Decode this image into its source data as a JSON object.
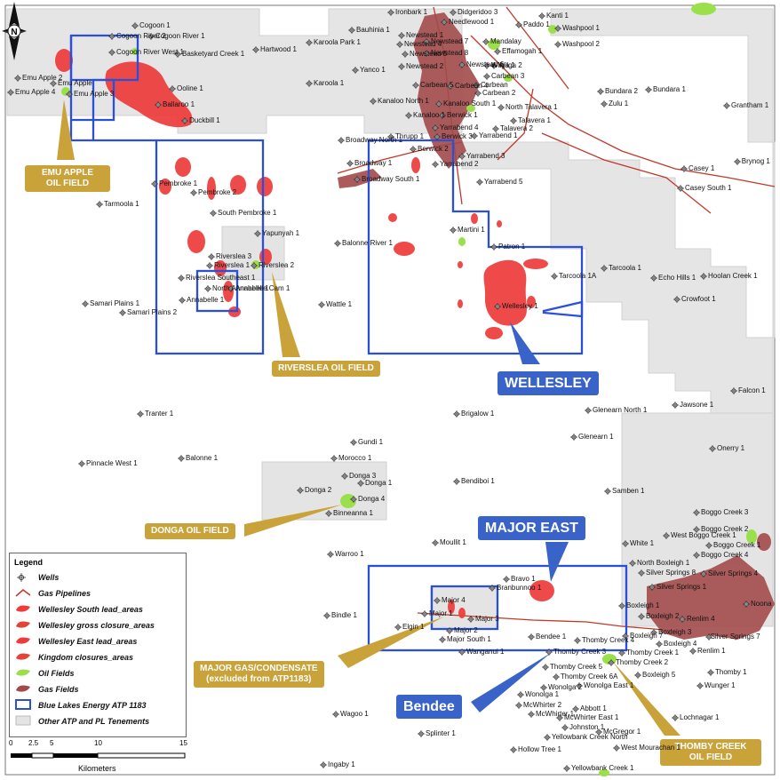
{
  "map": {
    "colors": {
      "tenement_fill": "#e4e4e4",
      "tenement_edge": "#c8c8c8",
      "lead_fill": "#ee3b3b",
      "oil_fill": "#9be04a",
      "gas_fill": "#a24a4a",
      "pipeline": "#c0392b",
      "atp_border": "#2b4fd8",
      "callout_gold": "#c9a23a",
      "callout_blue": "#3a63c9"
    },
    "well_labels": [
      "Cogoon 1",
      "Cogoon River 2",
      "Cogoon River 1",
      "Cogoon River West 1",
      "Basketyard Creek 1",
      "Hartwood 1",
      "Karoola Park 1",
      "Karoola 1",
      "Bauhinia 1",
      "Yanco 1",
      "Emu Apple 2",
      "Emu Apple",
      "Emu Apple 4",
      "Emu Apple 3",
      "Ooline 1",
      "Ballaroo 1",
      "Duckbill 1",
      "Ironbark 1",
      "Didgeridoo 3",
      "Needlewood 1",
      "Newstead 1",
      "Newstead 4",
      "Newstead 7",
      "Newstead 5",
      "Newstead 8",
      "Newstead 2",
      "Newstead 6",
      "Kanaloo North 1",
      "Kanaloo South 1",
      "Kanaloo 1",
      "Berwick 1",
      "Berwick 2",
      "Berwick 3",
      "Carbean 5",
      "Carbean 4",
      "Carbean 3",
      "Carbean 2",
      "Carbean",
      "Wilga 1",
      "Wilga 2",
      "Mandalay",
      "Effamogah 1",
      "North Talavera 1",
      "Talavera 2",
      "Talavera 1",
      "Yarrabend 1",
      "Yarrabend 2",
      "Yarrabend 3",
      "Yarrabend 4",
      "Yarrabend 5",
      "Thrupp 1",
      "Broadway North 1",
      "Broadway 1",
      "Broadway South 1",
      "Kanti 1",
      "Paddo 1",
      "Washpool 1",
      "Washpool 2",
      "Bundara 2",
      "Bundara 1",
      "Zulu 1",
      "Grantham 1",
      "Casey 1",
      "Casey South 1",
      "Brynog 1",
      "Pembroke 1",
      "Pembroke 2",
      "South Pembroke 1",
      "Tarmoola 1",
      "Yapunyah 1",
      "Riverslea 3",
      "Riverslea 1",
      "Riverslea 2",
      "Riverslea Southeast 1",
      "Annabelle 1",
      "North Annabelle 1",
      "Annabelle Cam 1",
      "Samari Plains 1",
      "Samari Plains 2",
      "Balonne River 1",
      "Wattle 1",
      "Martini 1",
      "Patron 1",
      "Wellesley 1",
      "Tarcoola 1A",
      "Tarcoola 1",
      "Echo Hills 1",
      "Hoolan Creek 1",
      "Crowfoot 1",
      "Falcon 1",
      "Jawsone 1",
      "Glenearn North 1",
      "Glenearn 1",
      "Brigalow 1",
      "Tranter 1",
      "Balonne 1",
      "Pinnacle West 1",
      "Gundi 1",
      "Morocco 1",
      "Donga 3",
      "Donga 2",
      "Donga 1",
      "Donga 4",
      "Binneanna 1",
      "Bendiboi 1",
      "Samben 1",
      "Onerry 1",
      "Moullit 1",
      "Warroo 1",
      "Bravo 1",
      "Branbunnoo 1",
      "Major 4",
      "Major 1",
      "Major 2",
      "Major 3",
      "Major South 1",
      "Elgin 1",
      "Wanganui 1",
      "Bindle 1",
      "Bendee 1",
      "Thomby Creek 4",
      "Thomby Creek 3",
      "Thomby Creek 2",
      "Thomby Creek 5",
      "Thomby Creek 6A",
      "Thomby Creek 1",
      "White 1",
      "North Boxleigh 1",
      "West Boggo Creek 1",
      "Boggo Creek 2",
      "Boggo Creek 3",
      "Boggo Creek 4",
      "Boggo Creek 1",
      "Silver Springs 8",
      "Silver Springs 1",
      "Silver Springs 4",
      "Silver Springs 7",
      "Boxleigh 1",
      "Boxleigh 2",
      "Boxleigh 3",
      "Boxleigh 4",
      "Boxleigh 5",
      "Boxleigh 7",
      "Renlim 1",
      "Renlim 4",
      "Noona",
      "Thomby 1",
      "Wunger 1",
      "Wonolga 1",
      "Wonolga 2",
      "Wonolga East 1",
      "McWhirter 1",
      "McWhirter 2",
      "McWhirter East 1",
      "Abbott 1",
      "Johnston 1",
      "McGregor 1",
      "Yellowbank Creek North",
      "Yellowbank Creek 1",
      "Hollow Tree 1",
      "Splinter 1",
      "Wagoo 1",
      "Lochnagar 1",
      "West Mourachan 1",
      "Ingaby 1"
    ]
  },
  "callouts": {
    "emu_apple": "EMU APPLE\nOIL FIELD",
    "riverslea": "RIVERSLEA OIL FIELD",
    "wellesley": "WELLESLEY",
    "donga": "DONGA OIL FIELD",
    "major_east": "MAJOR EAST",
    "major_gas": "MAJOR GAS/CONDENSATE\n(excluded from ATP1183)",
    "bendee": "Bendee",
    "thomby": "THOMBY CREEK\nOIL FIELD"
  },
  "legend": {
    "title": "Legend",
    "items": [
      {
        "label": "Wells",
        "icon": "well-icon"
      },
      {
        "label": "Gas Pipelines",
        "icon": "pipeline-icon"
      },
      {
        "label": "Wellesley South lead_areas",
        "icon": "lead-area-icon"
      },
      {
        "label": "Wellesley gross closure_areas",
        "icon": "closure-area-icon"
      },
      {
        "label": "Wellesley East lead_areas",
        "icon": "lead-area-icon"
      },
      {
        "label": "Kingdom closures_areas",
        "icon": "closure-area-icon"
      },
      {
        "label": "Oil Fields",
        "icon": "oil-field-icon"
      },
      {
        "label": "Gas Fields",
        "icon": "gas-field-icon"
      },
      {
        "label": "Blue Lakes Energy ATP 1183",
        "icon": "atp-boundary-icon"
      },
      {
        "label": "Other ATP and PL Tenements",
        "icon": "tenement-icon"
      }
    ]
  },
  "scale": {
    "ticks": [
      "0",
      "2.5",
      "5",
      "10",
      "15"
    ],
    "unit": "Kilometers"
  },
  "north_arrow": {
    "label": "N"
  }
}
